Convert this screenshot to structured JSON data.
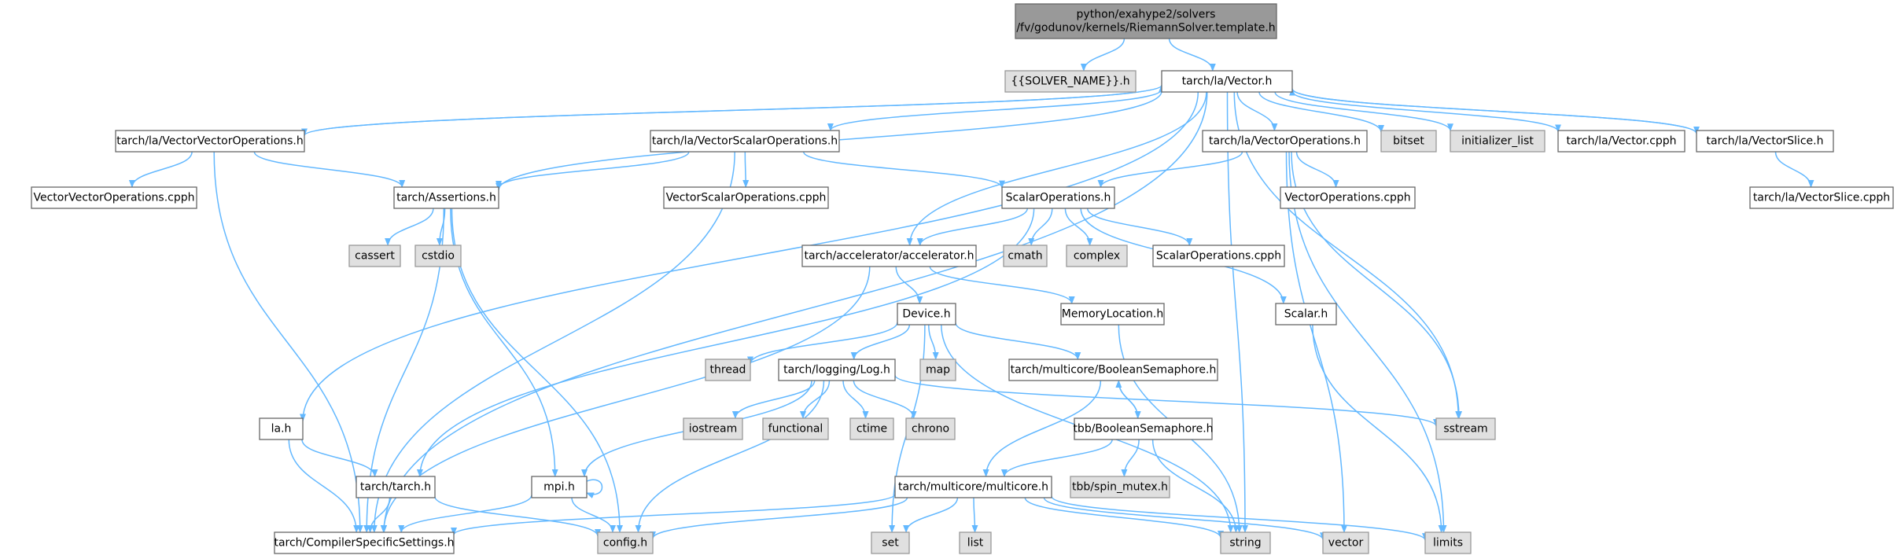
{
  "graph": {
    "colors": {
      "root_fill": "#999999",
      "root_stroke": "#666666",
      "file_fill": "#ffffff",
      "file_stroke": "#666666",
      "system_fill": "#e0e0e0",
      "system_stroke": "#999999",
      "edge": "#63b8ff"
    },
    "nodes": [
      {
        "id": "root",
        "lines": [
          "python/exahype2/solvers",
          "/fv/godunov/kernels/RiemannSolver.template.h"
        ],
        "kind": "root"
      },
      {
        "id": "solver_name",
        "lines": [
          "{{SOLVER_NAME}}.h"
        ],
        "kind": "system"
      },
      {
        "id": "vector_h",
        "lines": [
          "tarch/la/Vector.h"
        ],
        "kind": "file"
      },
      {
        "id": "vvo_h",
        "lines": [
          "tarch/la/VectorVectorOperations.h"
        ],
        "kind": "file"
      },
      {
        "id": "vso_h",
        "lines": [
          "tarch/la/VectorScalarOperations.h"
        ],
        "kind": "file"
      },
      {
        "id": "vo_h",
        "lines": [
          "tarch/la/VectorOperations.h"
        ],
        "kind": "file"
      },
      {
        "id": "bitset",
        "lines": [
          "bitset"
        ],
        "kind": "system"
      },
      {
        "id": "initializer_list",
        "lines": [
          "initializer_list"
        ],
        "kind": "system"
      },
      {
        "id": "vector_cpph",
        "lines": [
          "tarch/la/Vector.cpph"
        ],
        "kind": "file"
      },
      {
        "id": "vslice_h",
        "lines": [
          "tarch/la/VectorSlice.h"
        ],
        "kind": "file"
      },
      {
        "id": "vvo_cpph",
        "lines": [
          "VectorVectorOperations.cpph"
        ],
        "kind": "file"
      },
      {
        "id": "assertions_h",
        "lines": [
          "tarch/Assertions.h"
        ],
        "kind": "file"
      },
      {
        "id": "vso_cpph",
        "lines": [
          "VectorScalarOperations.cpph"
        ],
        "kind": "file"
      },
      {
        "id": "scalarops_h",
        "lines": [
          "ScalarOperations.h"
        ],
        "kind": "file"
      },
      {
        "id": "vo_cpph",
        "lines": [
          "VectorOperations.cpph"
        ],
        "kind": "file"
      },
      {
        "id": "vslice_cpph",
        "lines": [
          "tarch/la/VectorSlice.cpph"
        ],
        "kind": "file"
      },
      {
        "id": "cassert",
        "lines": [
          "cassert"
        ],
        "kind": "system"
      },
      {
        "id": "cstdio",
        "lines": [
          "cstdio"
        ],
        "kind": "system"
      },
      {
        "id": "accel_h",
        "lines": [
          "tarch/accelerator/accelerator.h"
        ],
        "kind": "file"
      },
      {
        "id": "cmath",
        "lines": [
          "cmath"
        ],
        "kind": "system"
      },
      {
        "id": "complex",
        "lines": [
          "complex"
        ],
        "kind": "system"
      },
      {
        "id": "scalarops_cpph",
        "lines": [
          "ScalarOperations.cpph"
        ],
        "kind": "file"
      },
      {
        "id": "device_h",
        "lines": [
          "Device.h"
        ],
        "kind": "file"
      },
      {
        "id": "memloc_h",
        "lines": [
          "MemoryLocation.h"
        ],
        "kind": "file"
      },
      {
        "id": "scalar_h",
        "lines": [
          "Scalar.h"
        ],
        "kind": "file"
      },
      {
        "id": "thread",
        "lines": [
          "thread"
        ],
        "kind": "system"
      },
      {
        "id": "log_h",
        "lines": [
          "tarch/logging/Log.h"
        ],
        "kind": "file"
      },
      {
        "id": "map",
        "lines": [
          "map"
        ],
        "kind": "system"
      },
      {
        "id": "mc_boolsem_h",
        "lines": [
          "tarch/multicore/BooleanSemaphore.h"
        ],
        "kind": "file"
      },
      {
        "id": "la_h",
        "lines": [
          "la.h"
        ],
        "kind": "file"
      },
      {
        "id": "iostream",
        "lines": [
          "iostream"
        ],
        "kind": "system"
      },
      {
        "id": "functional",
        "lines": [
          "functional"
        ],
        "kind": "system"
      },
      {
        "id": "ctime",
        "lines": [
          "ctime"
        ],
        "kind": "system"
      },
      {
        "id": "chrono",
        "lines": [
          "chrono"
        ],
        "kind": "system"
      },
      {
        "id": "tbb_boolsem_h",
        "lines": [
          "tbb/BooleanSemaphore.h"
        ],
        "kind": "file"
      },
      {
        "id": "sstream",
        "lines": [
          "sstream"
        ],
        "kind": "system"
      },
      {
        "id": "tarch_h",
        "lines": [
          "tarch/tarch.h"
        ],
        "kind": "file"
      },
      {
        "id": "mpi_h",
        "lines": [
          "mpi.h"
        ],
        "kind": "file"
      },
      {
        "id": "multicore_h",
        "lines": [
          "tarch/multicore/multicore.h"
        ],
        "kind": "file"
      },
      {
        "id": "spin_mutex",
        "lines": [
          "tbb/spin_mutex.h"
        ],
        "kind": "system"
      },
      {
        "id": "list",
        "lines": [
          "list"
        ],
        "kind": "system"
      },
      {
        "id": "css_h",
        "lines": [
          "tarch/CompilerSpecificSettings.h"
        ],
        "kind": "file"
      },
      {
        "id": "config_h",
        "lines": [
          "config.h"
        ],
        "kind": "system"
      },
      {
        "id": "set",
        "lines": [
          "set"
        ],
        "kind": "system"
      },
      {
        "id": "string",
        "lines": [
          "string"
        ],
        "kind": "system"
      },
      {
        "id": "vector",
        "lines": [
          "vector"
        ],
        "kind": "system"
      },
      {
        "id": "limits",
        "lines": [
          "limits"
        ],
        "kind": "system"
      }
    ],
    "edges": [
      [
        "root",
        "solver_name"
      ],
      [
        "root",
        "vector_h"
      ],
      [
        "vector_h",
        "vvo_h"
      ],
      [
        "vector_h",
        "vso_h"
      ],
      [
        "vector_h",
        "vo_h"
      ],
      [
        "vector_h",
        "bitset"
      ],
      [
        "vector_h",
        "initializer_list"
      ],
      [
        "vector_h",
        "vector_cpph"
      ],
      [
        "vector_h",
        "vslice_h"
      ],
      [
        "vector_h",
        "assertions_h"
      ],
      [
        "vector_h",
        "la_h"
      ],
      [
        "vector_h",
        "accel_h"
      ],
      [
        "vector_h",
        "css_h"
      ],
      [
        "vector_h",
        "sstream"
      ],
      [
        "vector_h",
        "string"
      ],
      [
        "vvo_h",
        "vector_h"
      ],
      [
        "vvo_h",
        "vvo_cpph"
      ],
      [
        "vvo_h",
        "assertions_h"
      ],
      [
        "vvo_h",
        "css_h"
      ],
      [
        "vso_h",
        "assertions_h"
      ],
      [
        "vso_h",
        "vso_cpph"
      ],
      [
        "vso_h",
        "scalarops_h"
      ],
      [
        "vso_h",
        "css_h"
      ],
      [
        "vo_h",
        "scalarops_h"
      ],
      [
        "vo_h",
        "vo_cpph"
      ],
      [
        "vo_h",
        "sstream"
      ],
      [
        "vo_h",
        "vector"
      ],
      [
        "vo_h",
        "limits"
      ],
      [
        "vslice_h",
        "vector_h"
      ],
      [
        "vslice_h",
        "vslice_cpph"
      ],
      [
        "assertions_h",
        "cassert"
      ],
      [
        "assertions_h",
        "cstdio"
      ],
      [
        "assertions_h",
        "css_h"
      ],
      [
        "assertions_h",
        "mpi_h"
      ],
      [
        "assertions_h",
        "config_h"
      ],
      [
        "scalarops_h",
        "accel_h"
      ],
      [
        "scalarops_h",
        "cmath"
      ],
      [
        "scalarops_h",
        "complex"
      ],
      [
        "scalarops_h",
        "scalarops_cpph"
      ],
      [
        "scalarops_h",
        "scalar_h"
      ],
      [
        "scalarops_h",
        "tarch_h"
      ],
      [
        "accel_h",
        "device_h"
      ],
      [
        "accel_h",
        "memloc_h"
      ],
      [
        "accel_h",
        "css_h"
      ],
      [
        "device_h",
        "thread"
      ],
      [
        "device_h",
        "log_h"
      ],
      [
        "device_h",
        "map"
      ],
      [
        "device_h",
        "mc_boolsem_h"
      ],
      [
        "device_h",
        "set"
      ],
      [
        "device_h",
        "string"
      ],
      [
        "memloc_h",
        "string"
      ],
      [
        "scalar_h",
        "limits"
      ],
      [
        "log_h",
        "iostream"
      ],
      [
        "log_h",
        "functional"
      ],
      [
        "log_h",
        "ctime"
      ],
      [
        "log_h",
        "chrono"
      ],
      [
        "log_h",
        "sstream"
      ],
      [
        "log_h",
        "mpi_h"
      ],
      [
        "log_h",
        "config_h"
      ],
      [
        "mc_boolsem_h",
        "tbb_boolsem_h"
      ],
      [
        "mc_boolsem_h",
        "multicore_h"
      ],
      [
        "tbb_boolsem_h",
        "mc_boolsem_h"
      ],
      [
        "tbb_boolsem_h",
        "spin_mutex"
      ],
      [
        "tbb_boolsem_h",
        "multicore_h"
      ],
      [
        "tbb_boolsem_h",
        "string"
      ],
      [
        "la_h",
        "tarch_h"
      ],
      [
        "la_h",
        "css_h"
      ],
      [
        "tarch_h",
        "css_h"
      ],
      [
        "tarch_h",
        "config_h"
      ],
      [
        "mpi_h",
        "mpi_h"
      ],
      [
        "mpi_h",
        "css_h"
      ],
      [
        "mpi_h",
        "config_h"
      ],
      [
        "multicore_h",
        "css_h"
      ],
      [
        "multicore_h",
        "config_h"
      ],
      [
        "multicore_h",
        "set"
      ],
      [
        "multicore_h",
        "list"
      ],
      [
        "multicore_h",
        "string"
      ],
      [
        "multicore_h",
        "vector"
      ],
      [
        "multicore_h",
        "limits"
      ]
    ]
  }
}
